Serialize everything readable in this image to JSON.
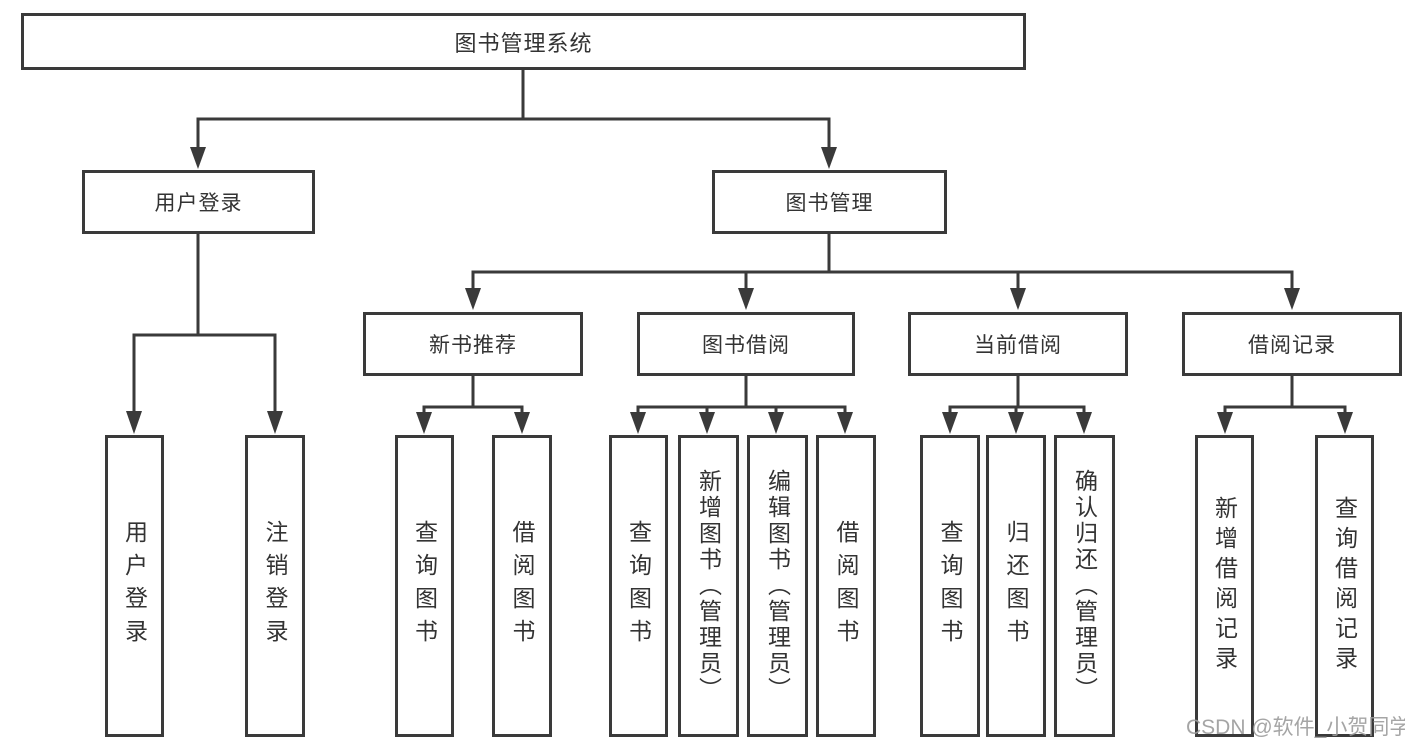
{
  "nodes": {
    "root": {
      "label": "图书管理系统"
    },
    "level2": [
      {
        "label": "用户登录"
      },
      {
        "label": "图书管理"
      }
    ],
    "level3": [
      {
        "label": "新书推荐"
      },
      {
        "label": "图书借阅"
      },
      {
        "label": "当前借阅"
      },
      {
        "label": "借阅记录"
      }
    ],
    "leaves": [
      {
        "label": "用户登录"
      },
      {
        "label": "注销登录"
      },
      {
        "label": "查询图书"
      },
      {
        "label": "借阅图书"
      },
      {
        "label": "查询图书"
      },
      {
        "label": "新增图书（管理员）"
      },
      {
        "label": "编辑图书（管理员）"
      },
      {
        "label": "借阅图书"
      },
      {
        "label": "查询图书"
      },
      {
        "label": "归还图书"
      },
      {
        "label": "确认归还（管理员）"
      },
      {
        "label": "新增借阅记录"
      },
      {
        "label": "查询借阅记录"
      }
    ]
  },
  "edges": [
    {
      "from": "图书管理系统",
      "to": [
        "用户登录",
        "图书管理"
      ]
    },
    {
      "from": "用户登录",
      "to": [
        "用户登录",
        "注销登录"
      ]
    },
    {
      "from": "图书管理",
      "to": [
        "新书推荐",
        "图书借阅",
        "当前借阅",
        "借阅记录"
      ]
    },
    {
      "from": "新书推荐",
      "to": [
        "查询图书",
        "借阅图书"
      ]
    },
    {
      "from": "图书借阅",
      "to": [
        "查询图书",
        "新增图书（管理员）",
        "编辑图书（管理员）",
        "借阅图书"
      ]
    },
    {
      "from": "当前借阅",
      "to": [
        "查询图书",
        "归还图书",
        "确认归还（管理员）"
      ]
    },
    {
      "from": "借阅记录",
      "to": [
        "新增借阅记录",
        "查询借阅记录"
      ]
    }
  ],
  "watermark": {
    "text": "CSDN @软件_小贺同学"
  },
  "colors": {
    "line": "#3a3a3a",
    "text": "#333333",
    "watermark": "#9c9c9c",
    "background": "#ffffff"
  }
}
